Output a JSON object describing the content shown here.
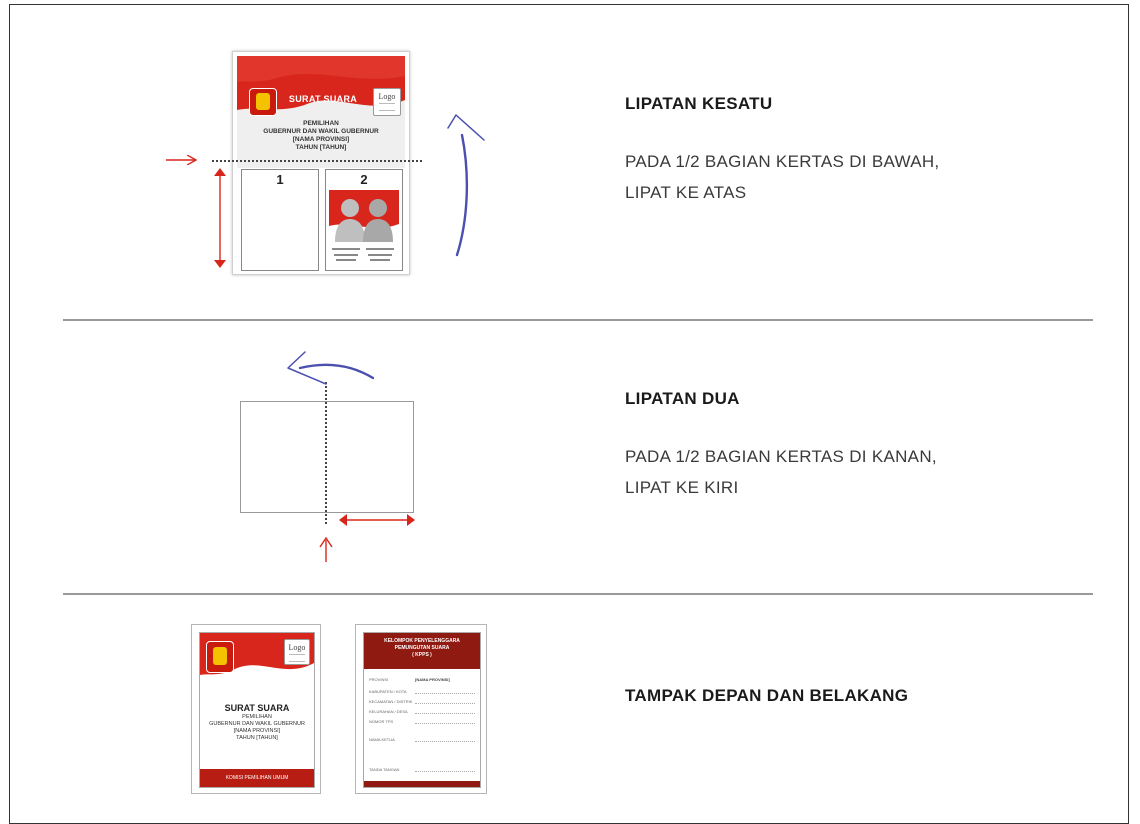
{
  "steps": [
    {
      "title": "LIPATAN KESATU",
      "desc_line1": "PADA 1/2 BAGIAN KERTAS DI BAWAH,",
      "desc_line2": "LIPAT KE ATAS"
    },
    {
      "title": "LIPATAN DUA",
      "desc_line1": "PADA 1/2 BAGIAN KERTAS DI KANAN,",
      "desc_line2": "LIPAT KE KIRI"
    },
    {
      "title": "TAMPAK DEPAN DAN BELAKANG"
    }
  ],
  "ballot": {
    "title": "SURAT SUARA",
    "logo": "Logo",
    "line1": "PEMILIHAN",
    "line2": "GUBERNUR DAN WAKIL GUBERNUR",
    "line3": "[NAMA PROVINSI]",
    "line4": "TAHUN [TAHUN]",
    "cand1_number": "1",
    "cand2_number": "2"
  },
  "front": {
    "title": "SURAT SUARA",
    "logo": "Logo",
    "line1": "PEMILIHAN",
    "line2": "GUBERNUR DAN WAKIL GUBERNUR",
    "line3": "[NAMA PROVINSI]",
    "line4": "TAHUN [TAHUN]",
    "footer": "KOMISI PEMILIHAN UMUM"
  },
  "back": {
    "head1": "KELOMPOK PENYELENGGARA",
    "head2": "PEMUNGUTAN SUARA",
    "head3": "( KPPS )",
    "provinsi_label": "PROVINSI",
    "provinsi_value": "[NAMA PROVINSI]",
    "kabupaten_label": "KABUPATEN / KOTA",
    "kecamatan_label": "KECAMATAN / DISTRIK",
    "kelurahan_label": "KELURAHAN / DESA",
    "tps_label": "NOMOR TPS",
    "ketua_label": "NAMA KETUA",
    "paraf_label": "TANDA TANGAN"
  },
  "colors": {
    "accent_red": "#d8261c",
    "dark_red": "#8e1a12",
    "arrow_blue": "#4b4fae",
    "marker_red": "#d8261c"
  }
}
